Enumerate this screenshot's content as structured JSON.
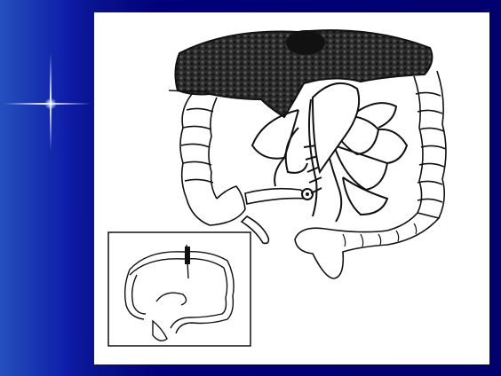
{
  "slide": {
    "background_color": "#00007a",
    "accent_glow_color": "#3c6edc",
    "sparkle": "four-point-star-sparkle"
  },
  "figure": {
    "subject": "colon-anatomy-illustration",
    "ink_color": "#111111",
    "paper_color": "#ffffff",
    "shaded_region_color": "#2a2a2a",
    "inset": {
      "subject": "colon-overview-inset",
      "border": true
    }
  }
}
